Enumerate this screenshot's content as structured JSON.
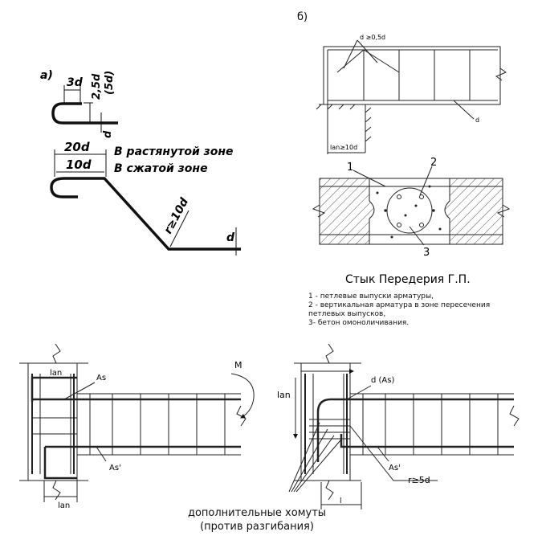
{
  "part_a": {
    "label": "a)",
    "dim_3d": "3d",
    "dim_25d": "2,5d",
    "dim_5d": "(5d)",
    "dim_d_small": "d",
    "dim_20d": "20d",
    "dim_10d": "10d",
    "text_tension": "В растянутой зоне",
    "text_compression": "В сжатой  зоне",
    "dim_radius": "r≥10d",
    "dim_d_end": "d"
  },
  "part_b": {
    "label": "б)",
    "dim_d05": "d ≥0,5d",
    "dim_d": "d",
    "dim_lan": "lan≥10d",
    "callout_1": "1",
    "callout_2": "2",
    "callout_3": "3"
  },
  "caption": {
    "title": "Стык Передерия Г.П.",
    "line1": "1 - петлевые выпуски арматуры,",
    "line2": "2 - вертикальная арматура в зоне пересечения",
    "line3": "петлевых выпусков,",
    "line4": "3- бетон омоноличивания."
  },
  "bottom_left": {
    "lan_top": "lan",
    "as_label": "As",
    "as_prime_label": "As'",
    "lan_bottom": "lan",
    "moment": "M"
  },
  "bottom_right": {
    "lan": "lan",
    "d_as": "d (As)",
    "as_prime_label": "As'",
    "radius": "r≥5d",
    "l_label": "l"
  },
  "bottom_caption": {
    "line1": "дополнительные хомуты",
    "line2": "(против разгибания)"
  }
}
